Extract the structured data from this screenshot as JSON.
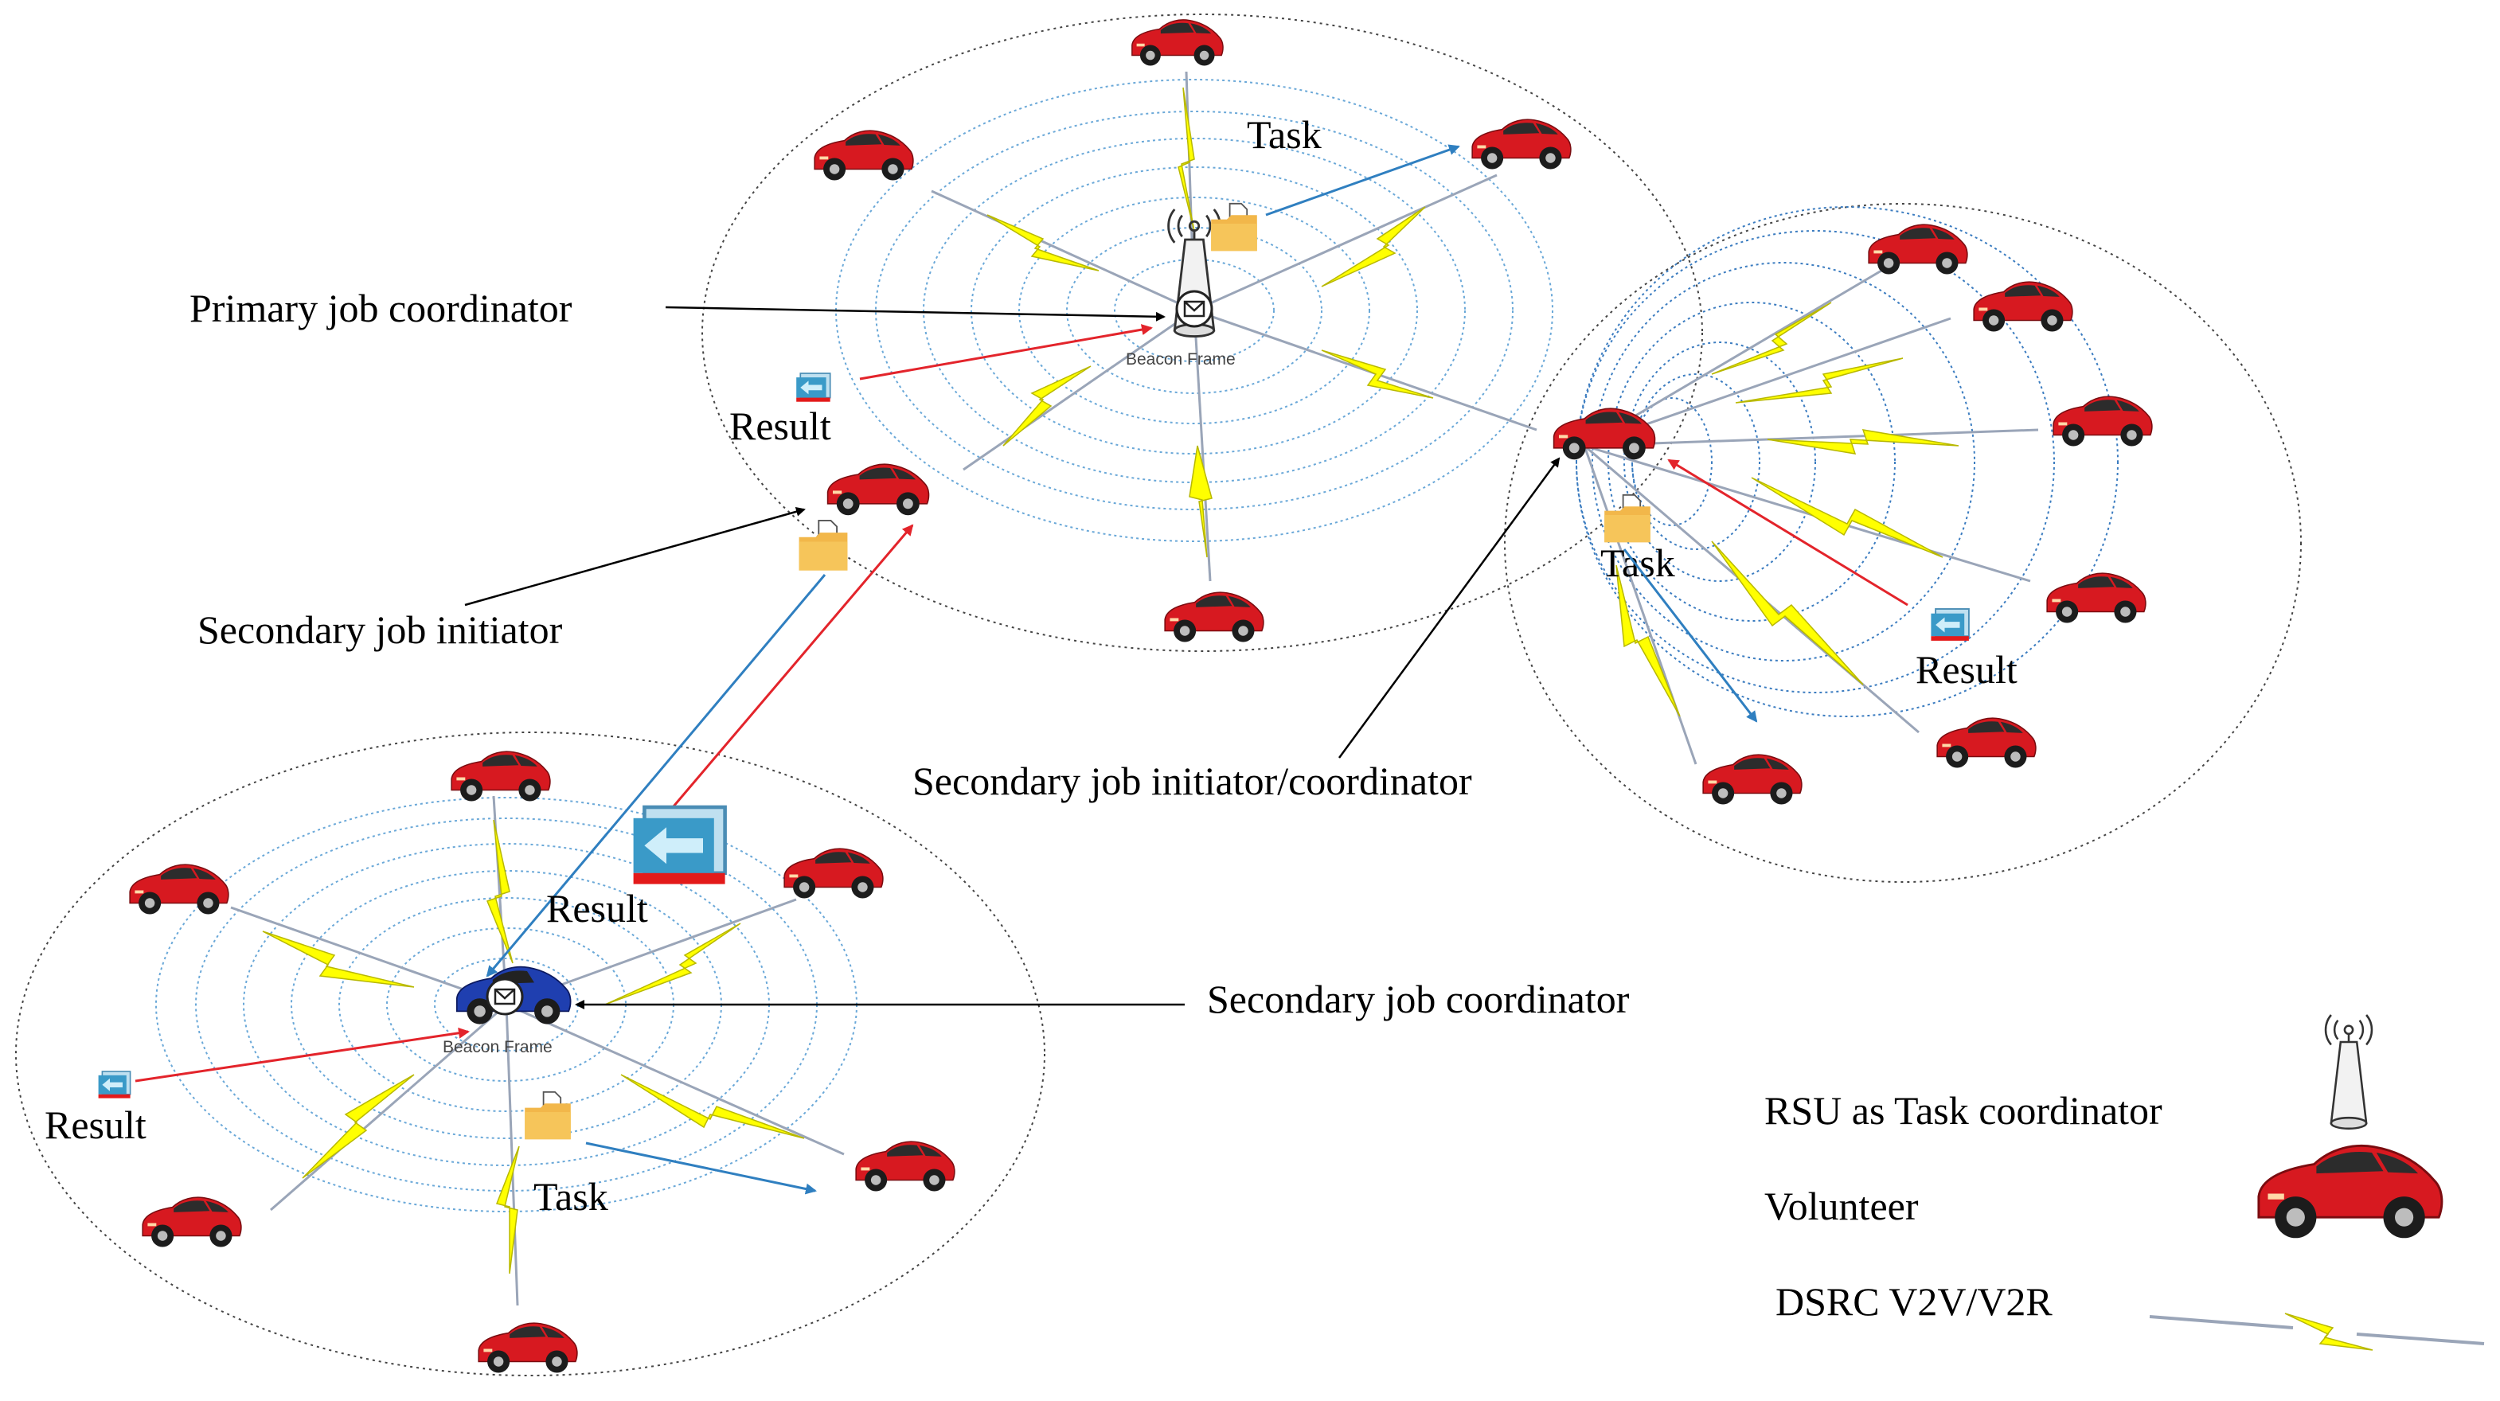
{
  "labels": {
    "primary_job_coordinator": "Primary job coordinator",
    "secondary_job_initiator": "Secondary job initiator",
    "secondary_job_initiator_coordinator": "Secondary job initiator/coordinator",
    "secondary_job_coordinator": "Secondary job coordinator",
    "task_top": "Task",
    "task_right": "Task",
    "task_bottom": "Task",
    "result_top": "Result",
    "result_right": "Result",
    "result_mid": "Result",
    "result_left": "Result",
    "beacon_frame_top": "Beacon Frame",
    "beacon_frame_bottom": "Beacon Frame"
  },
  "legend": {
    "rsu": "RSU  as Task coordinator",
    "volunteer": "Volunteer",
    "dsrc": "DSRC  V2V/V2R"
  },
  "colors": {
    "volunteer_car": "#d71920",
    "coordinator_car": "#1f3fb0",
    "wave": "#6aa8d8",
    "task_arrow": "#2f7fc0",
    "result_arrow": "#e3242b",
    "pointer_arrow": "#000000",
    "lightning": "#ffff00",
    "folder": "#f6c55a"
  }
}
